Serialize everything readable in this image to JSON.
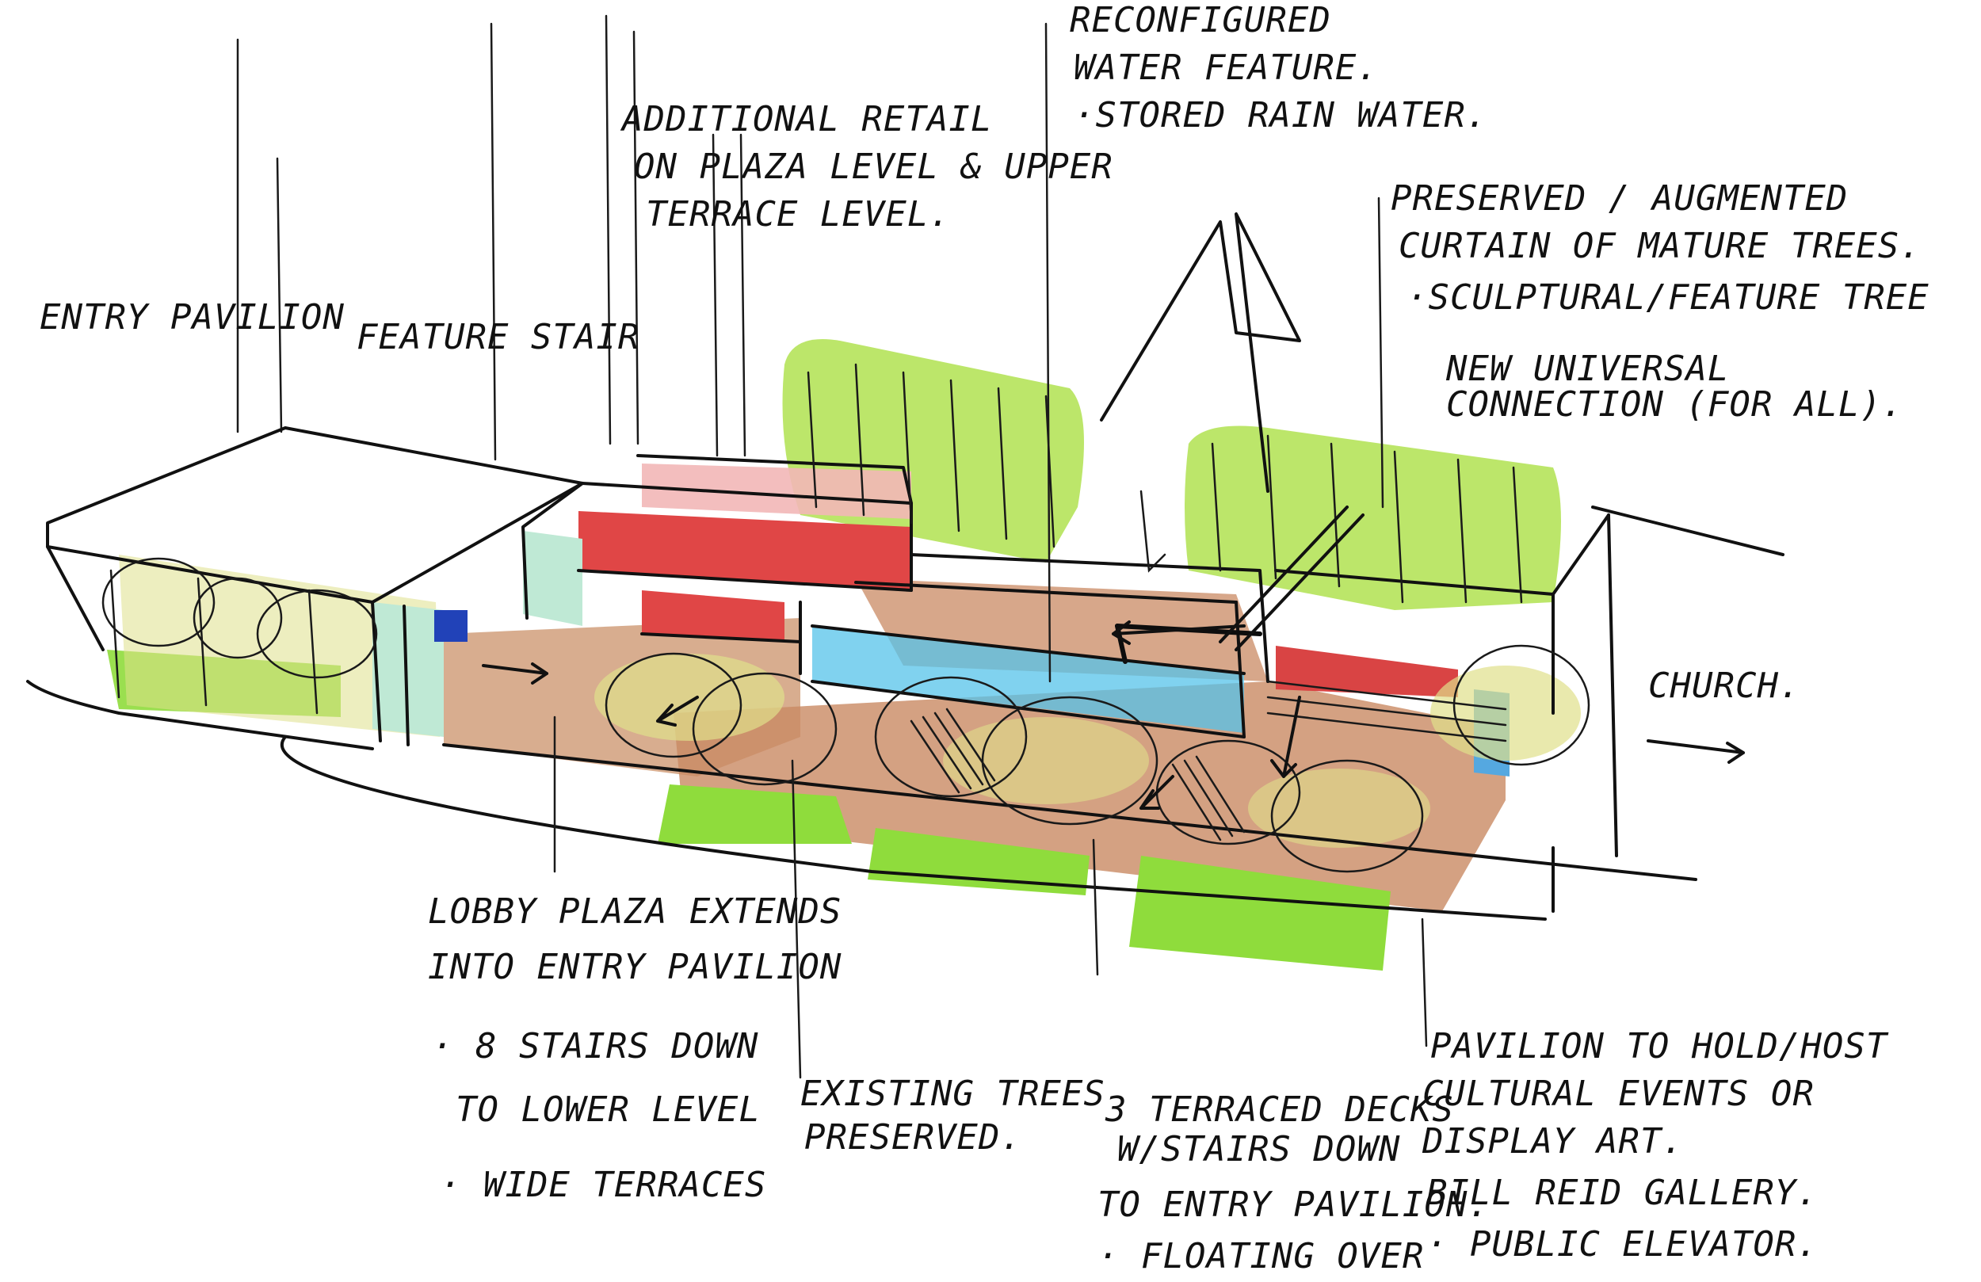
{
  "colors": {
    "tree_green": "#b5e35a",
    "lawn_green": "#8fdc3c",
    "paving_brown": "#c98a63",
    "paving_light": "#dcae8c",
    "retail_red": "#d94444",
    "retail_pink": "#f2b7b7",
    "water_blue": "#55c3ea",
    "glass_mint": "#bfe9d5",
    "canopy_yellow": "#dfe08a",
    "door_blue": "#2142b8"
  },
  "labels": {
    "entry_pavilion": "ENTRY PAVILION",
    "feature_stair": "FEATURE STAIR",
    "additional_retail": [
      "ADDITIONAL RETAIL",
      "ON PLAZA LEVEL & UPPER",
      "TERRACE LEVEL."
    ],
    "water_feature": [
      "RECONFIGURED",
      "WATER FEATURE.",
      "·STORED RAIN WATER."
    ],
    "mature_trees": [
      "PRESERVED / AUGMENTED",
      "CURTAIN OF MATURE TREES.",
      "·SCULPTURAL/FEATURE TREE"
    ],
    "universal_connection": [
      "NEW UNIVERSAL",
      "CONNECTION (FOR ALL)."
    ],
    "church": "CHURCH.",
    "lobby_plaza": [
      "LOBBY PLAZA EXTENDS",
      "INTO ENTRY PAVILION",
      "· 8 STAIRS DOWN",
      "TO LOWER LEVEL",
      "· WIDE TERRACES"
    ],
    "existing_trees": [
      "EXISTING TREES",
      "PRESERVED."
    ],
    "terraced_decks": [
      "3 TERRACED DECKS",
      "W/STAIRS DOWN",
      "TO ENTRY PAVILION.",
      "· FLOATING OVER"
    ],
    "pavilion_gallery": [
      "PAVILION TO HOLD/HOST",
      "CULTURAL EVENTS OR",
      "DISPLAY ART.",
      "BILL REID GALLERY.",
      "· PUBLIC ELEVATOR."
    ]
  }
}
